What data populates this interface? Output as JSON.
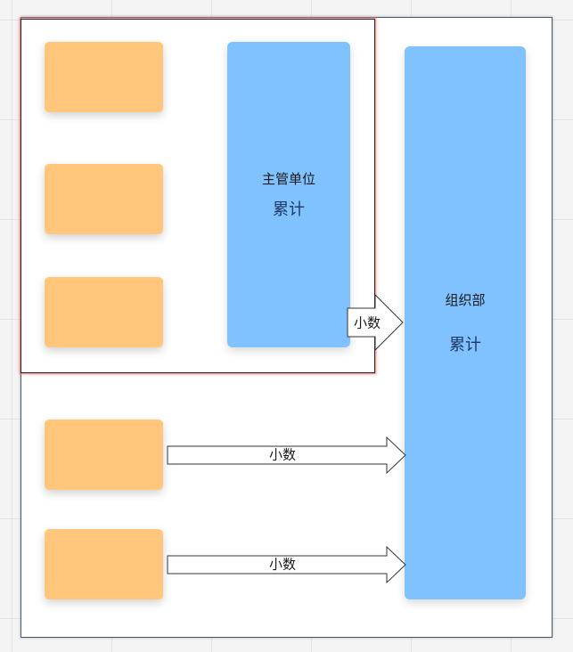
{
  "colors": {
    "orange_box": "#ffc67c",
    "blue_box": "#7fc2ff",
    "inner_frame_glow": "#ff7878",
    "outer_frame_border": "#4a5a6a"
  },
  "supervisor_unit": {
    "title": "主管单位",
    "subtitle": "累计"
  },
  "organization_dept": {
    "title": "组织部",
    "subtitle": "累计"
  },
  "arrows": [
    {
      "label": "小数"
    },
    {
      "label": "小数"
    },
    {
      "label": "小数"
    }
  ]
}
